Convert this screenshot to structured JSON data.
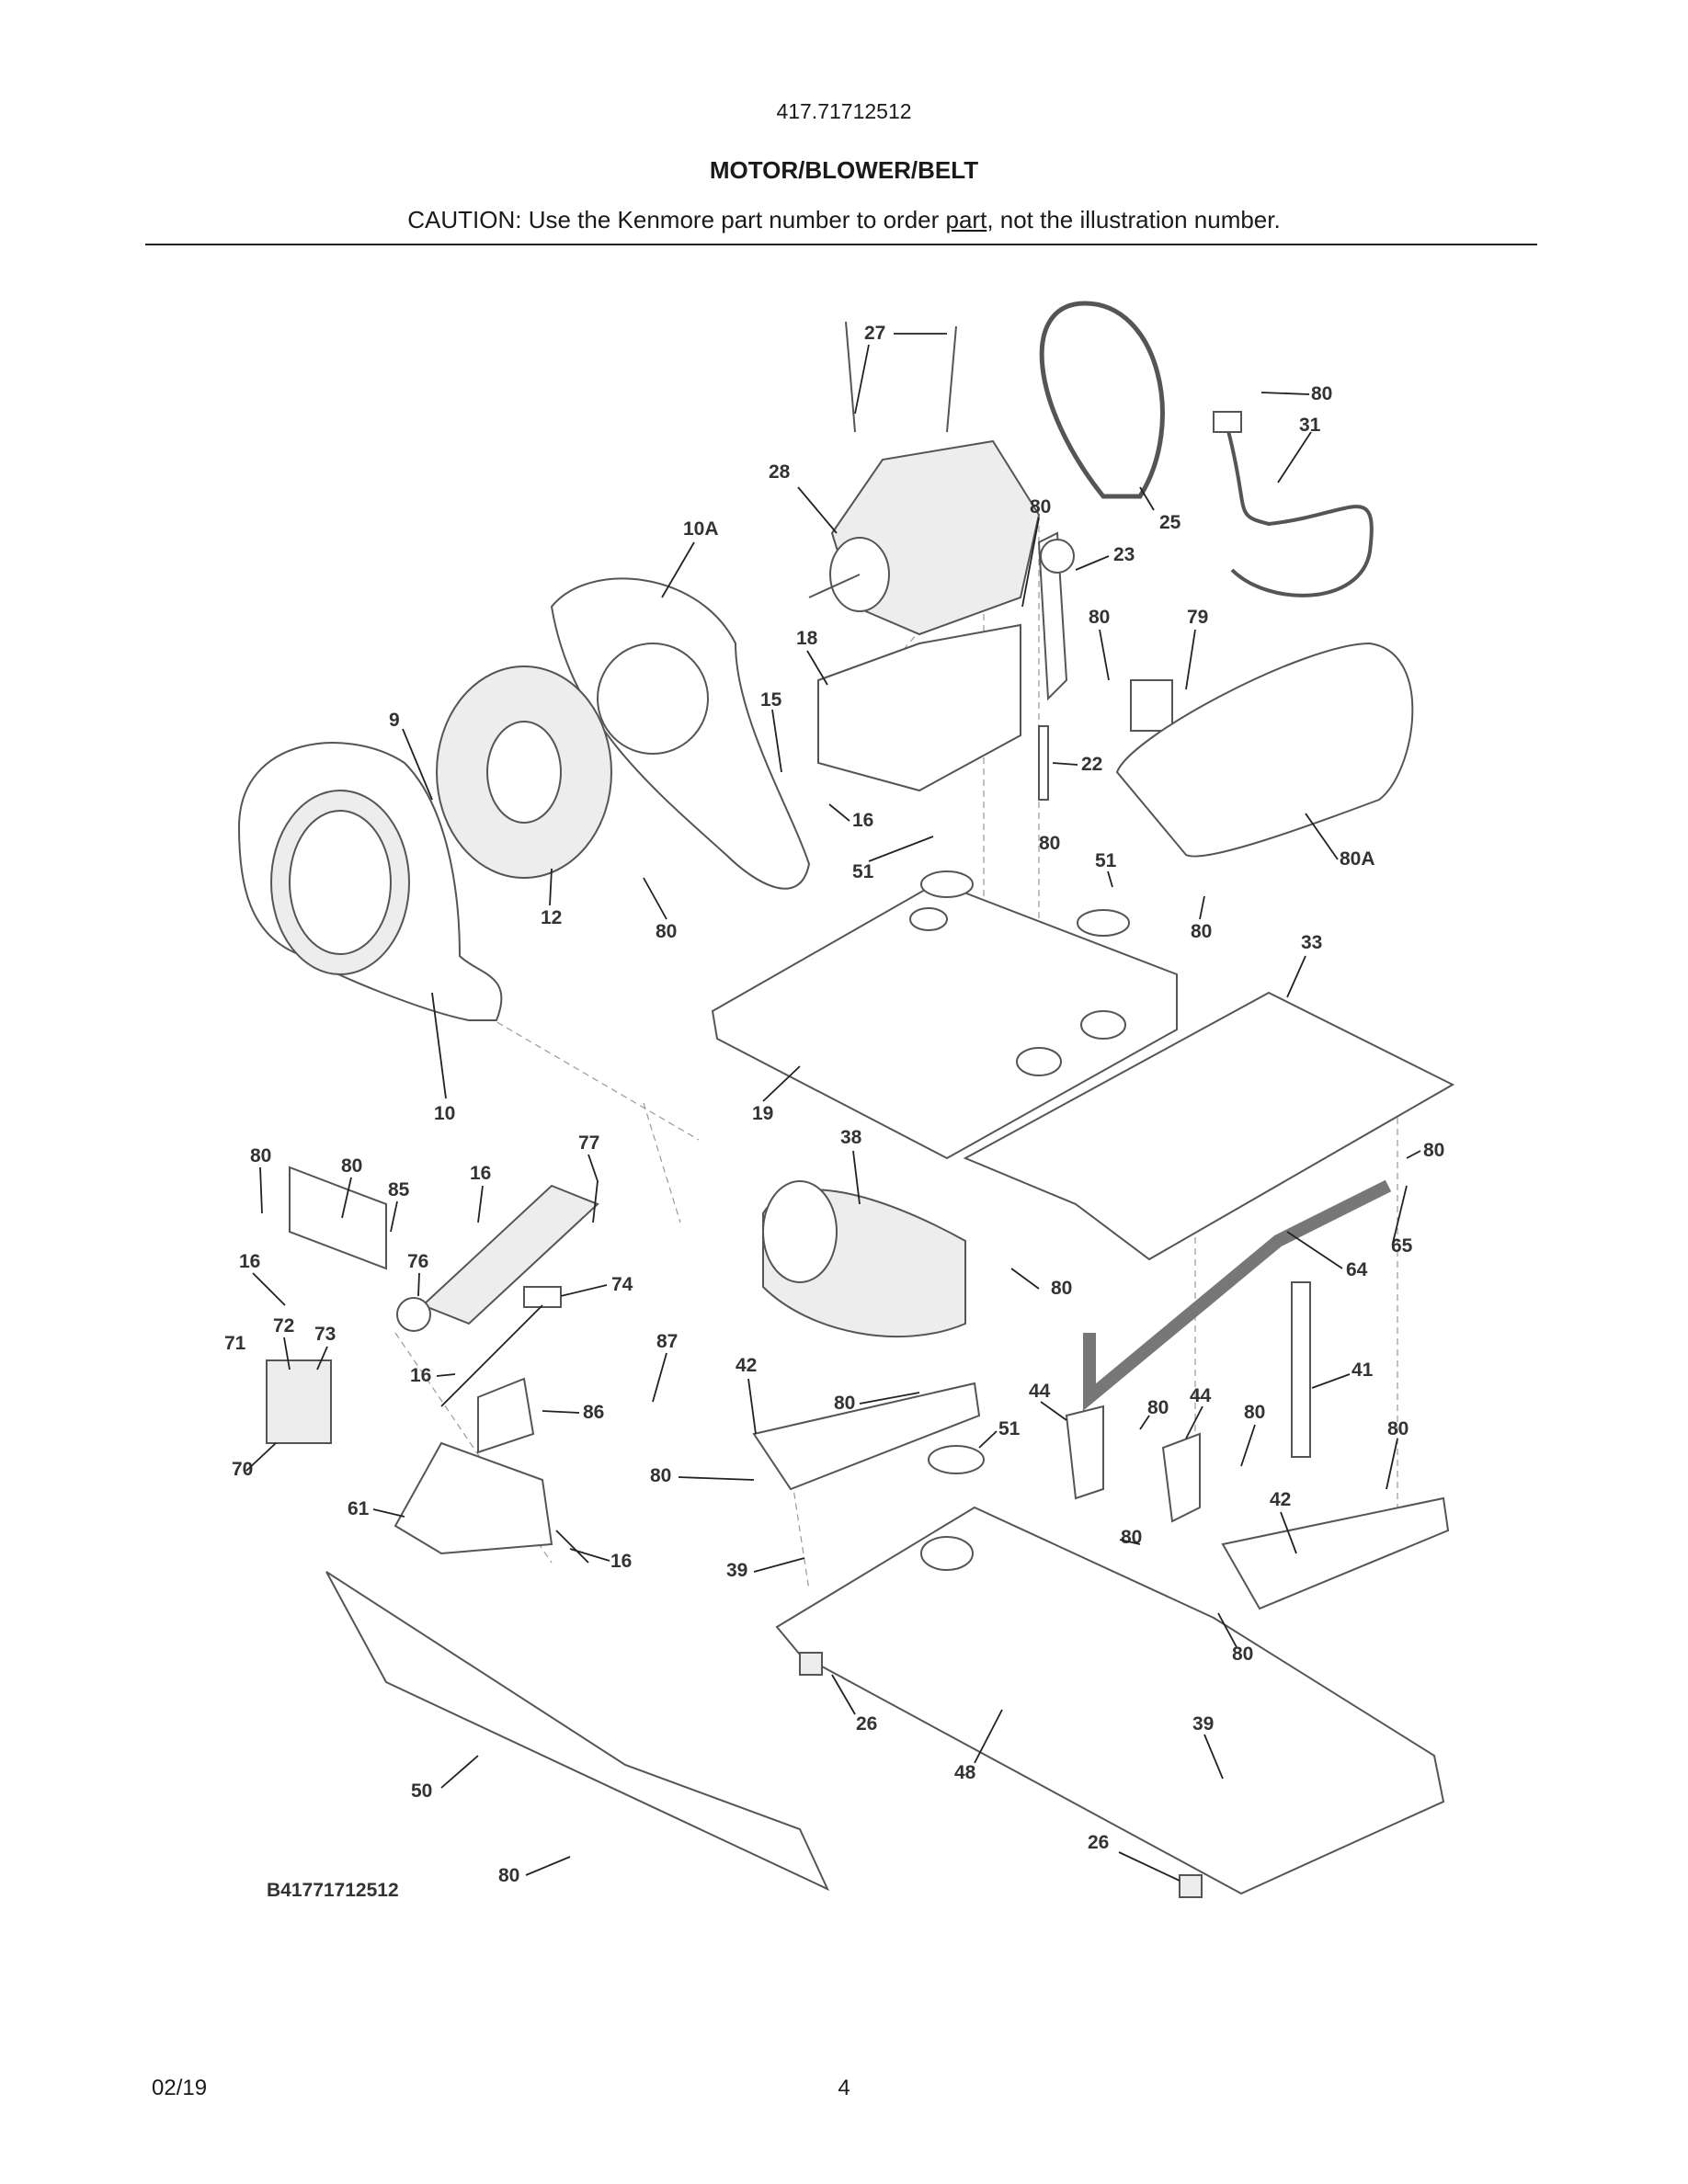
{
  "header": {
    "model_number": "417.71712512",
    "section_title": "MOTOR/BLOWER/BELT",
    "caution_prefix": "CAUTION: Use the Kenmore part number to order ",
    "caution_underlined": "part",
    "caution_suffix": ", not the illustration number."
  },
  "diagram": {
    "figure_id": "B41771712512",
    "callouts": [
      "27",
      "80",
      "31",
      "28",
      "80",
      "25",
      "10A",
      "23",
      "80",
      "79",
      "18",
      "9",
      "15",
      "22",
      "16",
      "80A",
      "51",
      "80",
      "51",
      "12",
      "80",
      "80",
      "33",
      "10",
      "19",
      "80",
      "77",
      "38",
      "80",
      "80",
      "85",
      "16",
      "65",
      "64",
      "76",
      "16",
      "74",
      "80",
      "71",
      "72",
      "73",
      "87",
      "41",
      "16",
      "42",
      "80",
      "44",
      "80",
      "44",
      "80",
      "80",
      "51",
      "86",
      "70",
      "80",
      "42",
      "61",
      "80",
      "39",
      "16",
      "80",
      "26",
      "39",
      "48",
      "50",
      "26",
      "80"
    ]
  },
  "footer": {
    "date": "02/19",
    "page_number": "4"
  }
}
